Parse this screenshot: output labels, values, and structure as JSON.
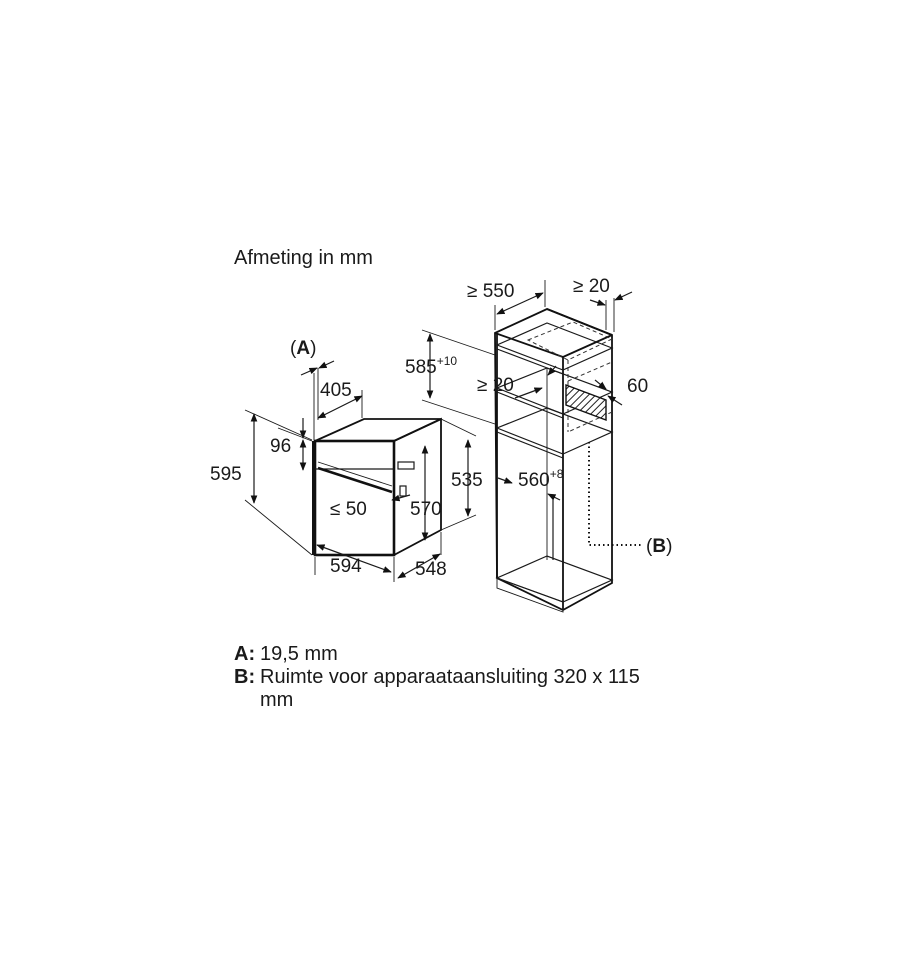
{
  "title": "Afmeting in mm",
  "dimensions": {
    "label_a": "A",
    "d405": "405",
    "d96": "96",
    "d595": "595",
    "d570": "570",
    "d535": "535",
    "le50": "≤ 50",
    "d594": "594",
    "d548": "548",
    "ge550": "≥ 550",
    "ge20_top": "≥ 20",
    "d585": "585",
    "d585_tol": "+10",
    "ge20_mid": "≥ 20",
    "d60": "60",
    "d560": "560",
    "d560_tol": "+8",
    "label_b": "B"
  },
  "legend": [
    {
      "key": "A:",
      "text": "19,5 mm"
    },
    {
      "key": "B:",
      "text": "Ruimte voor apparaataansluiting 320 x 115 mm"
    }
  ]
}
